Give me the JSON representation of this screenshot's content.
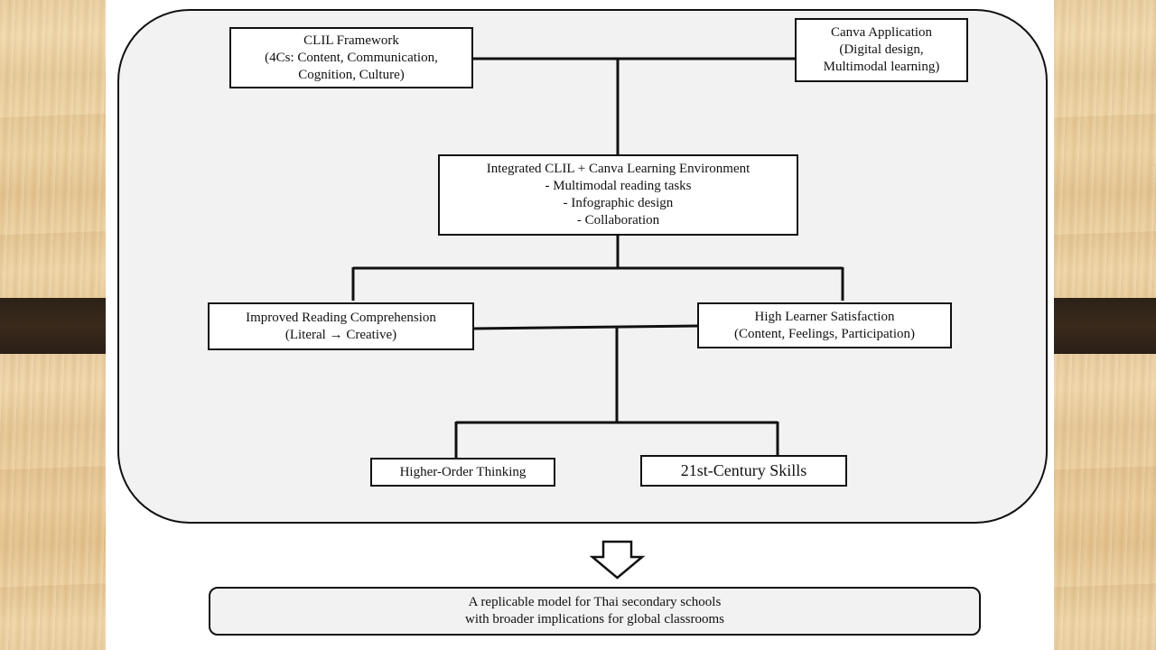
{
  "nodes": {
    "clil_framework": {
      "lines": [
        "CLIL Framework",
        "(4Cs: Content, Communication,",
        "Cognition, Culture)"
      ]
    },
    "canva_application": {
      "lines": [
        "Canva Application",
        "(Digital design,",
        "Multimodal learning)"
      ]
    },
    "integrated_environment": {
      "lines": [
        "Integrated CLIL + Canva Learning Environment",
        "- Multimodal reading tasks",
        "- Infographic design",
        "- Collaboration"
      ]
    },
    "reading_comprehension": {
      "lines": [
        "Improved Reading Comprehension",
        "(Literal → Creative)"
      ]
    },
    "learner_satisfaction": {
      "lines": [
        "High Learner Satisfaction",
        "(Content, Feelings, Participation)"
      ]
    },
    "higher_order_thinking": {
      "lines": [
        "Higher-Order Thinking"
      ]
    },
    "century_skills": {
      "lines": [
        "21st-Century Skills"
      ]
    },
    "replicable_model": {
      "lines": [
        "A replicable model for Thai secondary schools",
        "with broader implications for global classrooms"
      ]
    }
  }
}
